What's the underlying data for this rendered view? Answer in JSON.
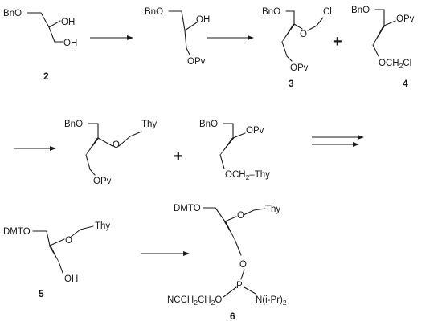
{
  "labels": {
    "bno": "BnO",
    "dmto": "DMTO",
    "oh": "OH",
    "o": "O",
    "cl": "Cl",
    "thy": "Thy",
    "opv": "OPv",
    "ch2cl_o": "OCH",
    "ch2cl_2": "2",
    "ch2cl_cl": "Cl",
    "ch2thy_o": "OCH",
    "ch2thy_2": "2",
    "ch2thy_thy": "–Thy",
    "p": "P",
    "n_a": "N(i-Pr)",
    "n_2": "2",
    "nc_a": "NCCH",
    "nc_2a": "2",
    "nc_b": "CH",
    "nc_2b": "2",
    "nc_o": "O",
    "plus": "+"
  },
  "compounds": {
    "c2": "2",
    "c3": "3",
    "c4": "4",
    "c5": "5",
    "c6": "6"
  }
}
